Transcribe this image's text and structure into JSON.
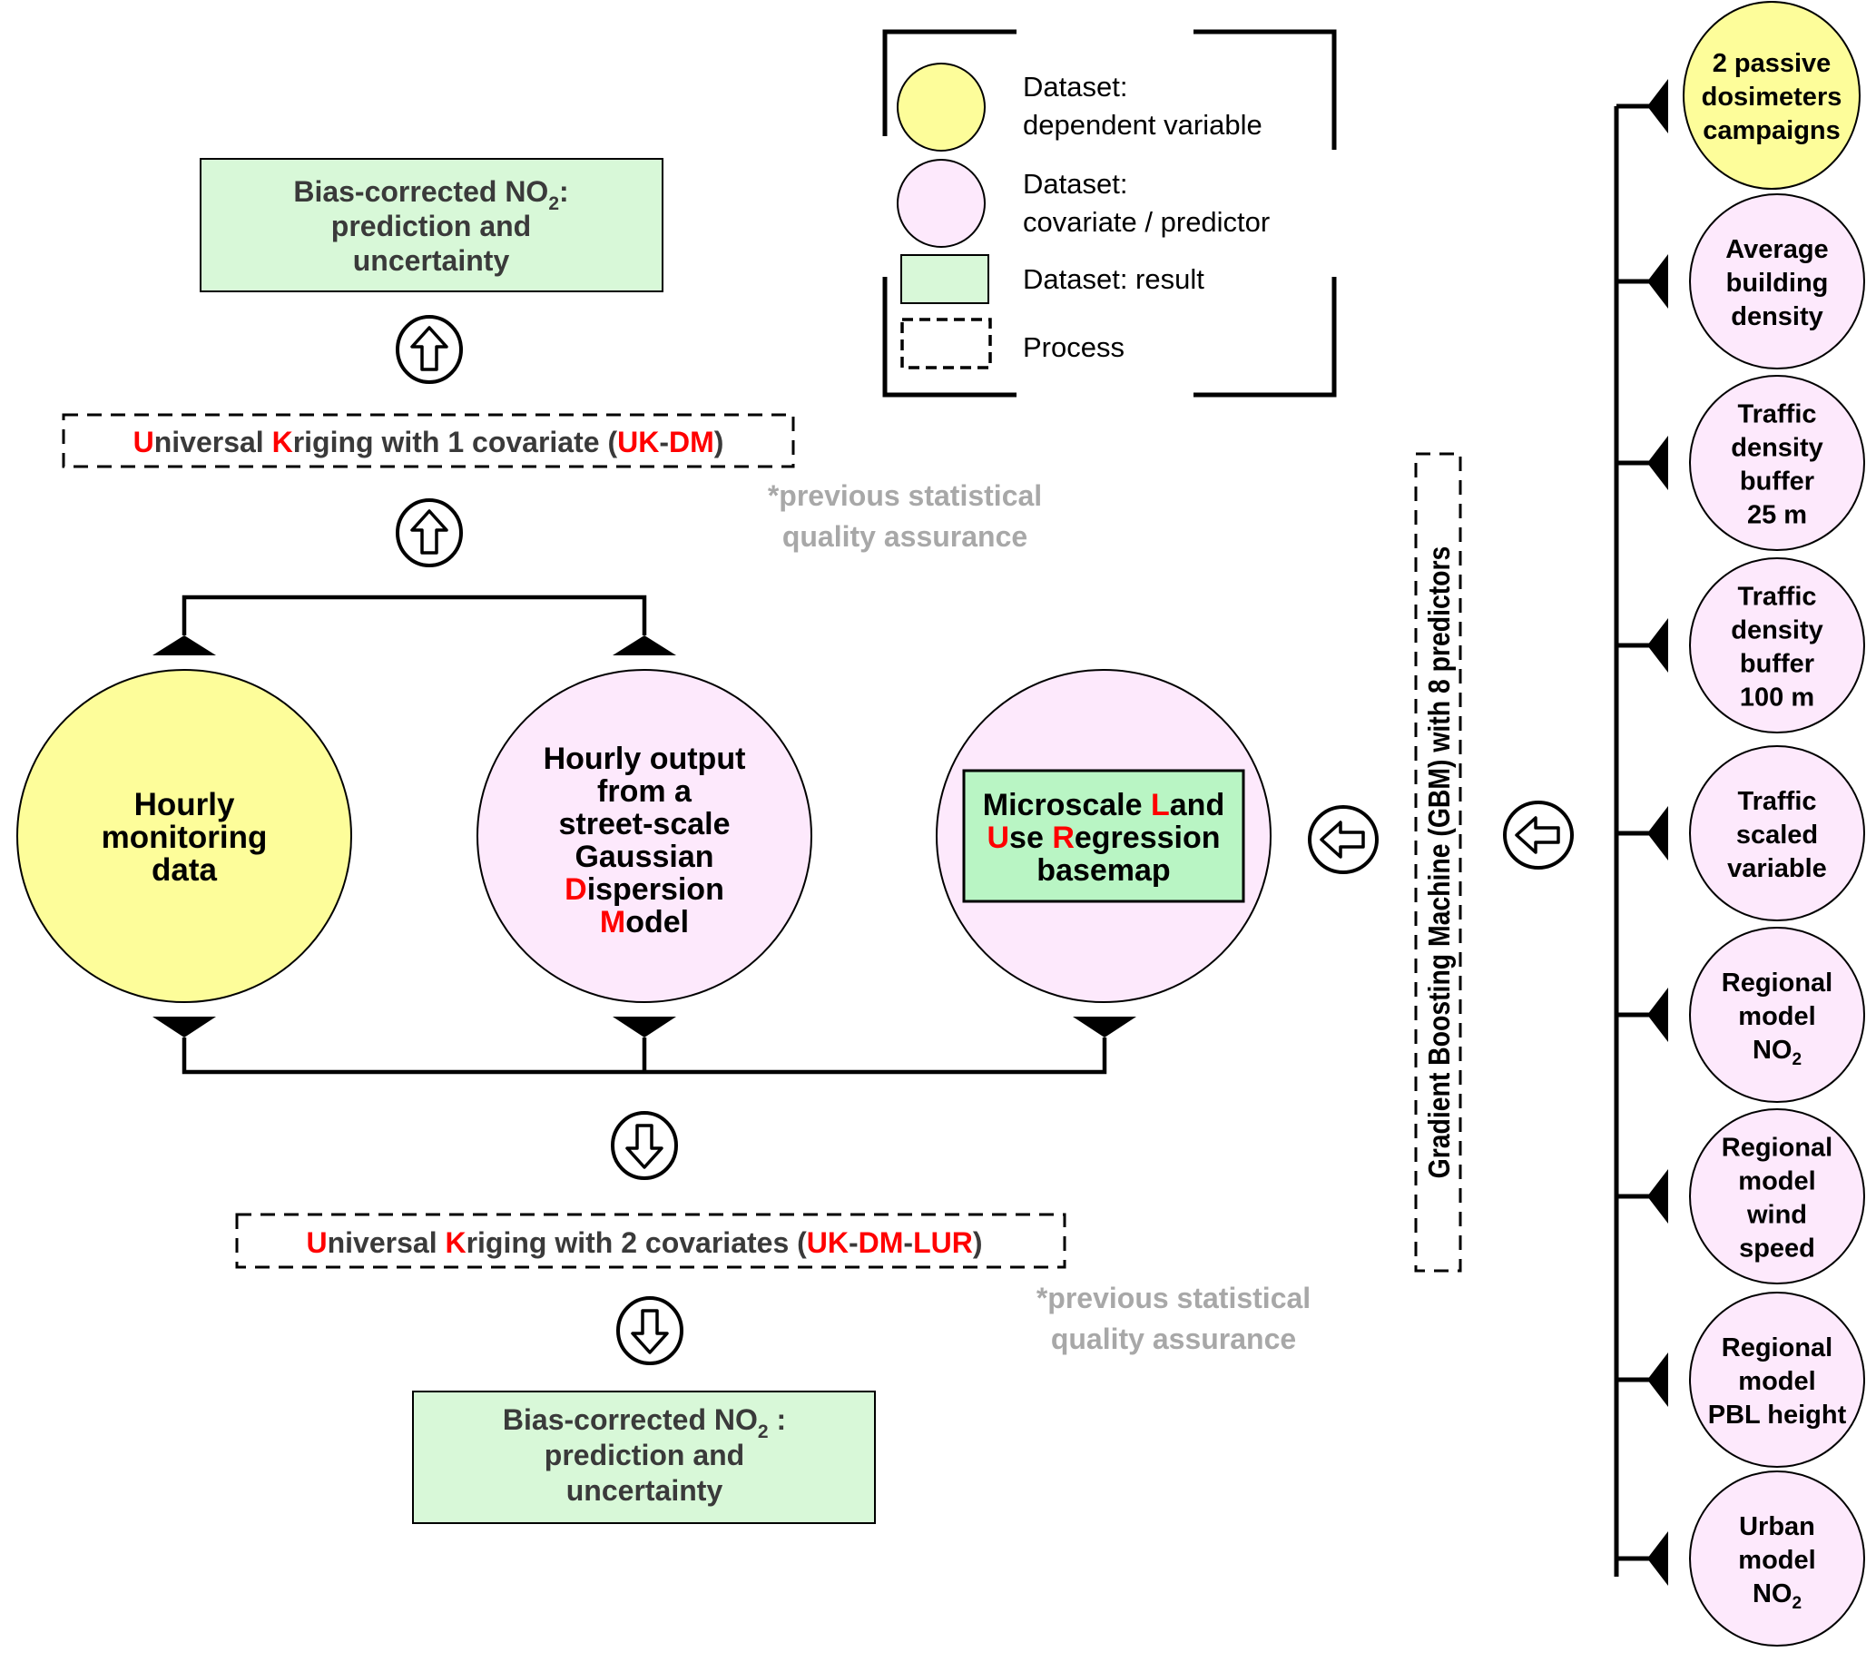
{
  "colors": {
    "dependent_fill": "#fdfd9a",
    "covariate_fill": "#fde9fc",
    "result_fill": "#d8f8d8",
    "lur_box_fill": "#b9f5c4",
    "accent_red": "#ff0000",
    "text_dark": "#3a3a3a",
    "text_black": "#000000",
    "note_gray": "#a8a8a8"
  },
  "legend": {
    "items": [
      {
        "shape": "yellow-circle",
        "lines": [
          "Dataset:",
          "dependent variable"
        ]
      },
      {
        "shape": "pink-circle",
        "lines": [
          "Dataset:",
          "covariate / predictor"
        ]
      },
      {
        "shape": "green-rectangle",
        "lines": [
          "Dataset: result"
        ]
      },
      {
        "shape": "dashed-rectangle",
        "lines": [
          "Process"
        ]
      }
    ]
  },
  "top_flow": {
    "result_box": {
      "line1_prefix": "Bias-corrected NO",
      "line1_sub": "2",
      "line1_suffix": ":",
      "line2": "prediction and",
      "line3": "uncertainty"
    },
    "process": {
      "segments": [
        {
          "text": "U",
          "red": true
        },
        {
          "text": "niversal ",
          "red": false
        },
        {
          "text": "K",
          "red": true
        },
        {
          "text": "riging with 1 covariate (",
          "red": false
        },
        {
          "text": "UK",
          "red": true
        },
        {
          "text": "-",
          "red": false
        },
        {
          "text": "DM",
          "red": true
        },
        {
          "text": ")",
          "red": false
        }
      ]
    },
    "note": [
      "*previous statistical",
      "quality assurance"
    ]
  },
  "middle": {
    "monitoring": {
      "lines": [
        "Hourly",
        "monitoring",
        "data"
      ]
    },
    "dispersion": {
      "lines": [
        [
          {
            "text": "Hourly output",
            "red": false
          }
        ],
        [
          {
            "text": "from a",
            "red": false
          }
        ],
        [
          {
            "text": "street-scale",
            "red": false
          }
        ],
        [
          {
            "text": "Gaussian",
            "red": false
          }
        ],
        [
          {
            "text": "D",
            "red": true
          },
          {
            "text": "ispersion",
            "red": false
          }
        ],
        [
          {
            "text": "M",
            "red": true
          },
          {
            "text": "odel",
            "red": false
          }
        ]
      ]
    },
    "lur": {
      "lines": [
        [
          {
            "text": "Microscale ",
            "red": false
          },
          {
            "text": "L",
            "red": true
          },
          {
            "text": "and",
            "red": false
          }
        ],
        [
          {
            "text": "U",
            "red": true
          },
          {
            "text": "se ",
            "red": false
          },
          {
            "text": "R",
            "red": true
          },
          {
            "text": "egression",
            "red": false
          }
        ],
        [
          {
            "text": "basemap",
            "red": false
          }
        ]
      ]
    }
  },
  "bottom_flow": {
    "process": {
      "segments": [
        {
          "text": "U",
          "red": true
        },
        {
          "text": "niversal ",
          "red": false
        },
        {
          "text": "K",
          "red": true
        },
        {
          "text": "riging with 2 covariates  (",
          "red": false
        },
        {
          "text": "UK",
          "red": true
        },
        {
          "text": "-",
          "red": false
        },
        {
          "text": "DM",
          "red": true
        },
        {
          "text": "-",
          "red": false
        },
        {
          "text": "LUR",
          "red": true
        },
        {
          "text": ")",
          "red": false
        }
      ]
    },
    "note": [
      "*previous statistical",
      "quality assurance"
    ],
    "result_box": {
      "line1_prefix": "Bias-corrected NO",
      "line1_sub": "2",
      "line1_suffix": " :",
      "line2": "prediction and",
      "line3": "uncertainty"
    }
  },
  "gbm": {
    "label": "Gradient Boosting Machine (GBM) with 8 predictors"
  },
  "predictors": [
    {
      "kind": "dependent",
      "lines": [
        "2 passive",
        "dosimeters",
        "campaigns"
      ]
    },
    {
      "kind": "covariate",
      "lines": [
        "Average",
        "building",
        "density"
      ]
    },
    {
      "kind": "covariate",
      "lines": [
        "Traffic",
        "density",
        "buffer",
        "25 m"
      ]
    },
    {
      "kind": "covariate",
      "lines": [
        "Traffic",
        "density",
        "buffer",
        "100 m"
      ]
    },
    {
      "kind": "covariate",
      "lines": [
        "Traffic",
        "scaled",
        "variable"
      ]
    },
    {
      "kind": "covariate",
      "lines": [
        "Regional",
        "model",
        "NO|2"
      ]
    },
    {
      "kind": "covariate",
      "lines": [
        "Regional",
        "model",
        "wind",
        "speed"
      ]
    },
    {
      "kind": "covariate",
      "lines": [
        "Regional",
        "model",
        "PBL height"
      ]
    },
    {
      "kind": "covariate",
      "lines": [
        "Urban",
        "model",
        "NO|2"
      ]
    }
  ],
  "icons": {
    "arrow_up": "arrow-up-circle-icon",
    "arrow_down": "arrow-down-circle-icon",
    "arrow_left": "arrow-left-circle-icon"
  }
}
